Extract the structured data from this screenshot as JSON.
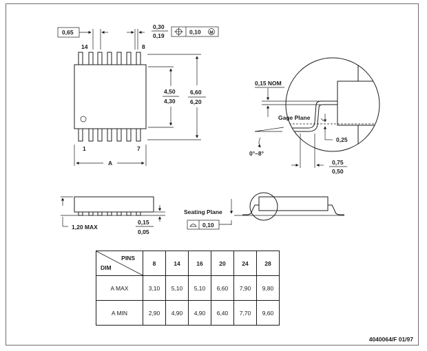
{
  "top_view": {
    "pitch": "0,65",
    "lead_width_max": "0,30",
    "lead_width_min": "0,19",
    "position_tolerance": "0,10",
    "pin_first_top": "14",
    "pin_last_top": "8",
    "pin_first_bottom": "1",
    "pin_last_bottom": "7",
    "body_width_max": "4,50",
    "body_width_min": "4,30",
    "overall_width_max": "6,60",
    "overall_width_min": "6,20",
    "length_label": "A"
  },
  "detail_view": {
    "lead_thickness": "0,15 NOM",
    "gage_plane": "Gage Plane",
    "gage_height": "0,25",
    "angle": "0°–8°",
    "foot_length_max": "0,75",
    "foot_length_min": "0,50"
  },
  "side_view": {
    "height_max": "1,20 MAX",
    "standoff_max": "0,15",
    "standoff_min": "0,05",
    "seating_plane": "Seating Plane",
    "coplanarity": "0,10"
  },
  "dimension_table": {
    "pins_label": "PINS",
    "dim_label": "DIM",
    "pins": [
      "8",
      "14",
      "16",
      "20",
      "24",
      "28"
    ],
    "rows": [
      {
        "label": "A  MAX",
        "values": [
          "3,10",
          "5,10",
          "5,10",
          "6,60",
          "7,90",
          "9,80"
        ]
      },
      {
        "label": "A  MIN",
        "values": [
          "2,90",
          "4,90",
          "4,90",
          "6,40",
          "7,70",
          "9,60"
        ]
      }
    ]
  },
  "footer": {
    "doc_code": "4040064/F 01/97"
  }
}
